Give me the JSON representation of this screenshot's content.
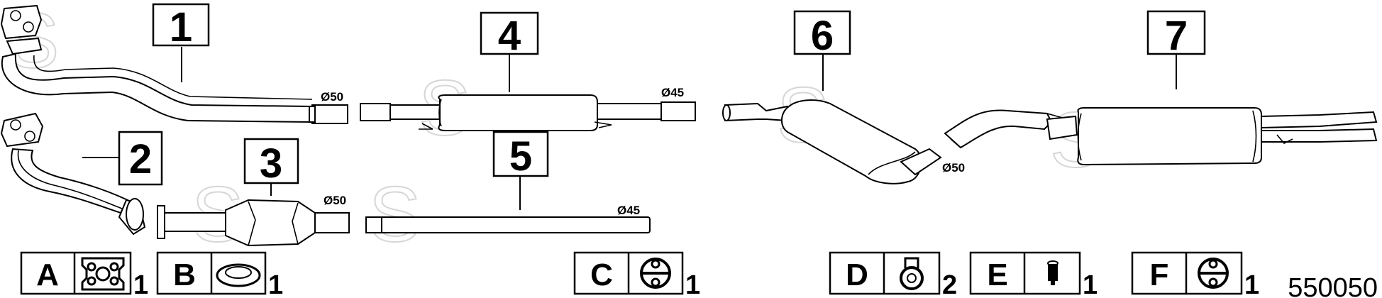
{
  "parts": [
    {
      "number": "1",
      "diameter": "Ø50"
    },
    {
      "number": "2",
      "diameter": ""
    },
    {
      "number": "3",
      "diameter": "Ø50"
    },
    {
      "number": "4",
      "diameter": "Ø45"
    },
    {
      "number": "5",
      "diameter": "Ø45"
    },
    {
      "number": "6",
      "diameter": "Ø50"
    },
    {
      "number": "7",
      "diameter": ""
    }
  ],
  "accessories": [
    {
      "letter": "A",
      "icon": "flange-gasket-icon",
      "qty": "1"
    },
    {
      "letter": "B",
      "icon": "ring-gasket-icon",
      "qty": "1"
    },
    {
      "letter": "C",
      "icon": "rubber-hanger-icon",
      "qty": "1"
    },
    {
      "letter": "D",
      "icon": "clamp-icon",
      "qty": "2"
    },
    {
      "letter": "E",
      "icon": "mounting-bolt-icon",
      "qty": "1"
    },
    {
      "letter": "F",
      "icon": "rubber-hanger-icon",
      "qty": "1"
    }
  ],
  "catalog_code": "550050",
  "colors": {
    "line": "#000000",
    "watermark": "#d6d6d6",
    "background": "#ffffff"
  }
}
